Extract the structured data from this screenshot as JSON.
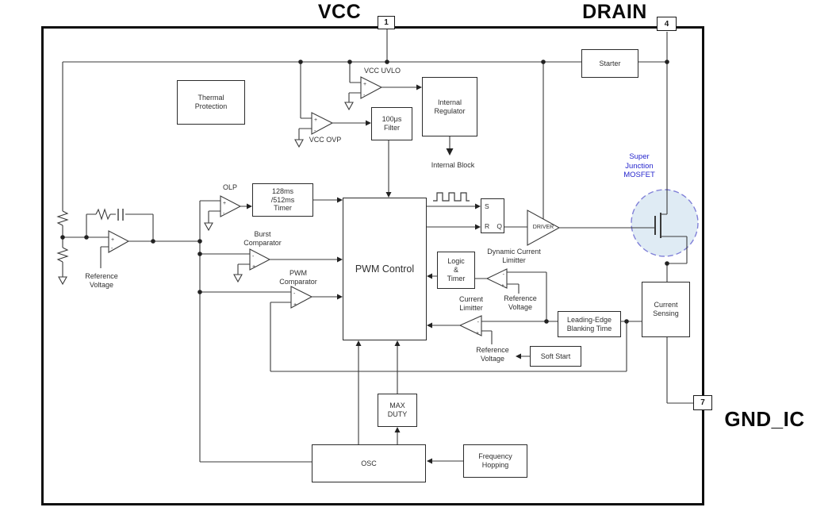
{
  "pins": {
    "vcc": {
      "label": "VCC",
      "number": "1"
    },
    "drain": {
      "label": "DRAIN",
      "number": "4"
    },
    "gnd_ic": {
      "label": "GND_IC",
      "number": "7"
    }
  },
  "blocks": {
    "thermal_protection": "Thermal\nProtection",
    "starter": "Starter",
    "internal_regulator": "Internal\nRegulator",
    "filter_100us": "100μs\nFilter",
    "timer_128_512": "128ms\n/512ms\nTimer",
    "pwm_control": "PWM Control",
    "logic_timer": "Logic\n&\nTimer",
    "leading_edge_blanking": "Leading-Edge\nBlanking Time",
    "current_sensing": "Current\nSensing",
    "soft_start": "Soft Start",
    "max_duty": "MAX\nDUTY",
    "osc": "OSC",
    "frequency_hopping": "Frequency\nHopping"
  },
  "labels": {
    "vcc_uvlo": "VCC UVLO",
    "vcc_ovp": "VCC OVP",
    "internal_block": "Internal Block",
    "olp": "OLP",
    "burst_comparator": "Burst\nComparator",
    "pwm_comparator": "PWM\nComparator",
    "reference_voltage_error_amp": "Reference\nVoltage",
    "super_junction_mosfet": "Super\nJunction\nMOSFET",
    "driver": "DRIVER",
    "dynamic_current_limitter": "Dynamic Current\nLimitter",
    "reference_voltage_dcl": "Reference\nVoltage",
    "current_limitter": "Current\nLimitter",
    "reference_voltage_cl": "Reference\nVoltage"
  },
  "flip_flop": {
    "s": "S",
    "r": "R",
    "q": "Q"
  },
  "glyphs": {
    "plus": "+",
    "minus": "-"
  },
  "colors": {
    "line": "#3a3a3a",
    "text": "#2f2f2f",
    "accent_blue": "#2525cd",
    "mosfet_highlight_fill": "#d9e8f2",
    "mosfet_highlight_stroke": "#8080d8"
  }
}
